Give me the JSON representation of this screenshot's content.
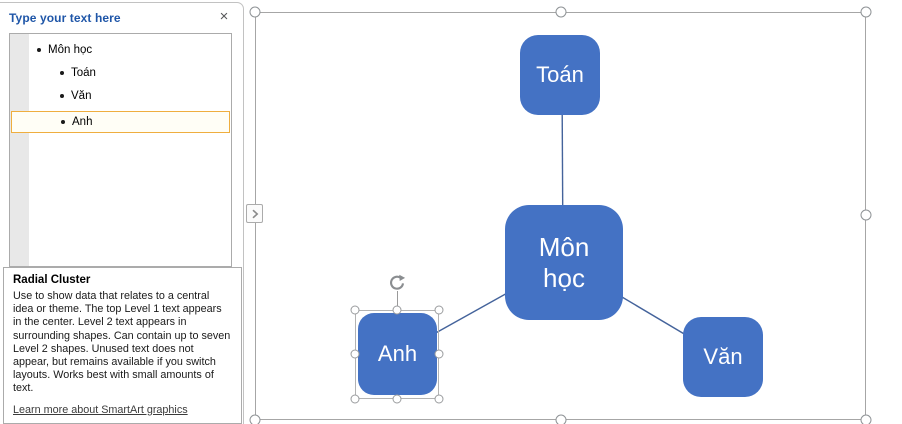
{
  "text_pane": {
    "title": "Type your text here",
    "close_glyph": "×",
    "outline": [
      {
        "text": "Môn học",
        "level": 1,
        "selected": false
      },
      {
        "text": "Toán",
        "level": 2,
        "selected": false
      },
      {
        "text": "Văn",
        "level": 2,
        "selected": false
      },
      {
        "text": "Anh",
        "level": 2,
        "selected": true
      }
    ],
    "description": {
      "title": "Radial Cluster",
      "body": "Use to show data that relates to a central idea or theme. The top Level 1 text appears in the center. Level 2 text appears in surrounding shapes. Can contain up to seven Level 2 shapes. Unused text does not appear, but remains available if you switch layouts. Works best with small amounts of text.",
      "link": "Learn more about SmartArt graphics"
    }
  },
  "diagram": {
    "layout_name": "Radial Cluster",
    "center_node": "Môn học",
    "satellite_nodes": [
      "Toán",
      "Văn",
      "Anh"
    ],
    "selected_node": "Anh",
    "colors": {
      "node_fill": "#4472C4",
      "node_text": "#FFFFFF",
      "connector": "#44639B",
      "canvas_border": "#A6A6A6",
      "handle_border": "#8F9396",
      "selected_row_border": "#EFAE3F",
      "pane_title_blue": "#1F56A8"
    }
  }
}
